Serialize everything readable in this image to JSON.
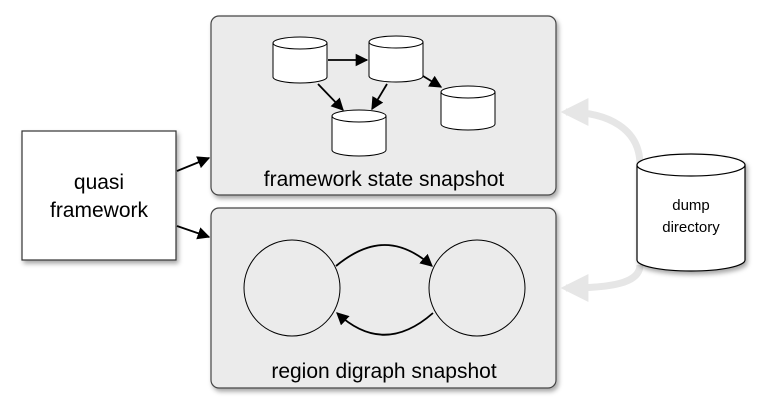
{
  "framework": {
    "line1": "quasi",
    "line2": "framework"
  },
  "framework_state_panel": {
    "label": "framework state snapshot"
  },
  "region_digraph_panel": {
    "label": "region digraph snapshot"
  },
  "dump_directory": {
    "line1": "dump",
    "line2": "directory"
  },
  "colors": {
    "panel_fill": "#ebebeb",
    "panel_stroke": "#444444",
    "arrow": "#000000",
    "light_arrow": "#e6e6e6"
  }
}
